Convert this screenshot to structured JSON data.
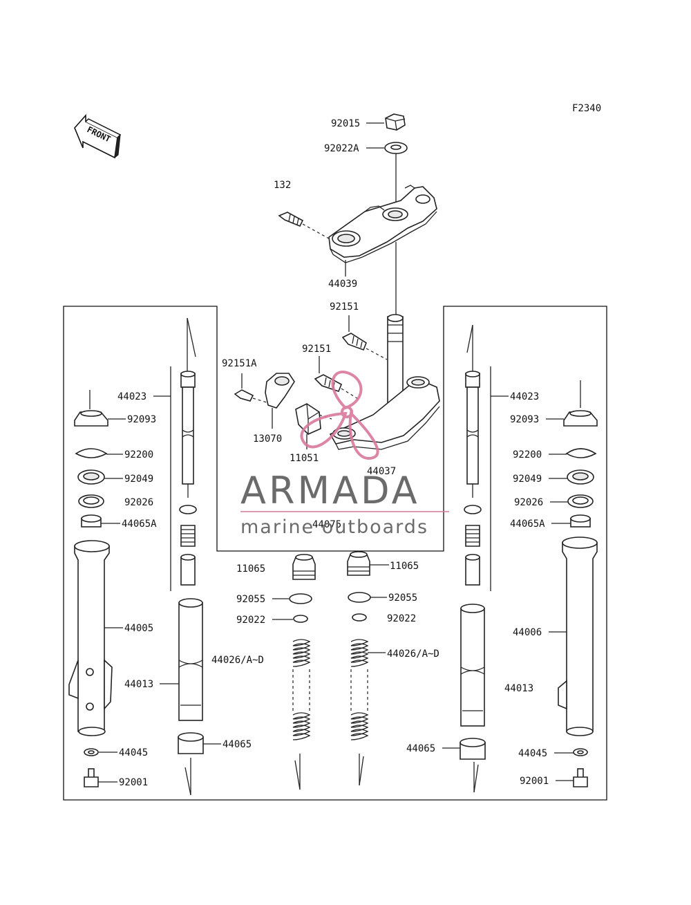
{
  "figure_code": "F2340",
  "front_label": "FRONT",
  "watermark": {
    "brand": "ARMADA",
    "tagline": "marine outboards",
    "accent_color": "#d9789b"
  },
  "part_labels": {
    "p92015": "92015",
    "p92022A": "92022A",
    "p132": "132",
    "p44039": "44039",
    "p92151_top": "92151",
    "p92151_mid": "92151",
    "p92151A": "92151A",
    "p13070": "13070",
    "p11051": "11051",
    "p44037": "44037",
    "p44075": "44075",
    "l44023": "44023",
    "l92093": "92093",
    "l92200": "92200",
    "l92049": "92049",
    "l92026": "92026",
    "l44065A": "44065A",
    "l44005": "44005",
    "l44013": "44013",
    "l44045": "44045",
    "l92001": "92001",
    "l44065": "44065",
    "l44026": "44026/A~D",
    "l11065": "11065",
    "l92055": "92055",
    "l92022": "92022",
    "r11065": "11065",
    "r92055": "92055",
    "r92022": "92022",
    "r44026": "44026/A~D",
    "r44023": "44023",
    "r92093": "92093",
    "r92200": "92200",
    "r92049": "92049",
    "r92026": "92026",
    "r44065A": "44065A",
    "r44006": "44006",
    "r44013": "44013",
    "r44065": "44065",
    "r44045": "44045",
    "r92001": "92001"
  }
}
